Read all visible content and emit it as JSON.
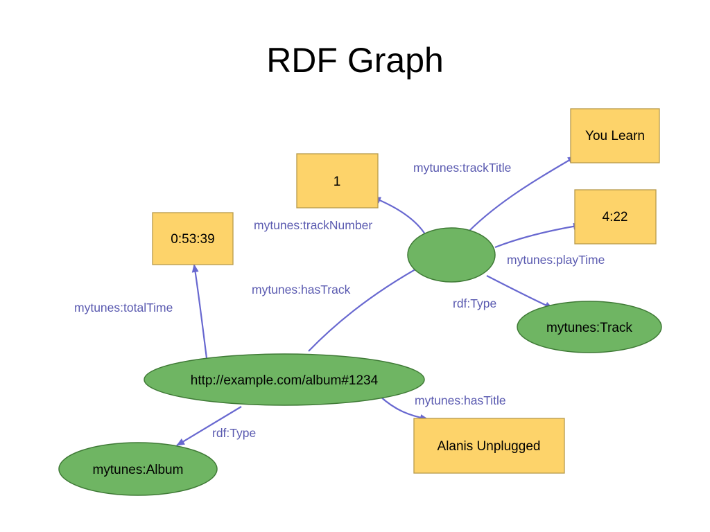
{
  "title": "RDF Graph",
  "colors": {
    "literal_fill": "#fdd36a",
    "resource_fill": "#6fb563",
    "edge": "#6868d0",
    "edge_label": "#5a5ab0"
  },
  "nodes": {
    "album": "http://example.com/album#1234",
    "track": "",
    "album_class": "mytunes:Album",
    "track_class": "mytunes:Track",
    "total_time": "0:53:39",
    "track_number": "1",
    "track_title": "You Learn",
    "play_time": "4:22",
    "album_title": "Alanis Unplugged"
  },
  "edges": {
    "total_time": "mytunes:totalTime",
    "has_track": "mytunes:hasTrack",
    "album_type": "rdf:Type",
    "has_title": "mytunes:hasTitle",
    "track_number": "mytunes:trackNumber",
    "track_title": "mytunes:trackTitle",
    "play_time": "mytunes:playTime",
    "track_type": "rdf:Type"
  }
}
